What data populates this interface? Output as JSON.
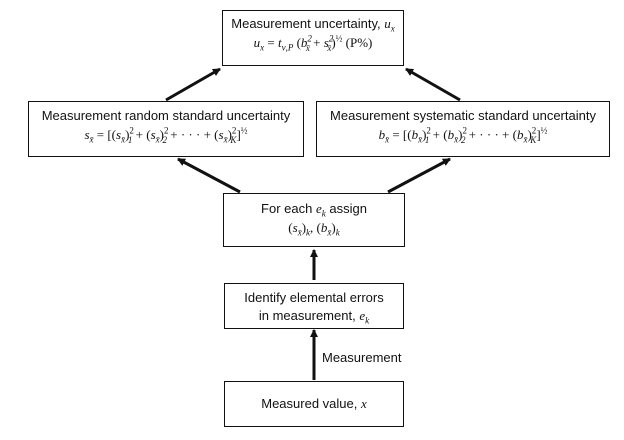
{
  "top": {
    "title": "Measurement uncertainty,",
    "title_var": "u",
    "title_sub": "x",
    "eq_lhs": "u",
    "eq_lhs_sub": "x",
    "eq_t": "t",
    "eq_t_sub": "ν,P",
    "eq_b": "b",
    "eq_b_sub": "x̄",
    "eq_s": "s",
    "eq_s_sub": "x̄",
    "half": "½",
    "percent": "(P%)"
  },
  "random": {
    "title": "Measurement random standard uncertainty",
    "var": "s",
    "var_sub": "x̄",
    "idx1": "1",
    "idx2": "2",
    "idxK": "K",
    "dots": "· · ·",
    "half": "½"
  },
  "systematic": {
    "title": "Measurement systematic standard uncertainty",
    "var": "b",
    "var_sub": "x̄",
    "idx1": "1",
    "idx2": "2",
    "idxK": "K",
    "dots": "· · ·",
    "half": "½"
  },
  "assign": {
    "title": "For each",
    "title_var": "e",
    "title_sub": "k",
    "title_tail": "assign",
    "s": "s",
    "b": "b",
    "sub_x": "x̄",
    "sub_k": "k"
  },
  "identify": {
    "line1": "Identify elemental errors",
    "line2": "in measurement,",
    "var": "e",
    "sub": "k"
  },
  "measured": {
    "title": "Measured value,",
    "var": "x"
  },
  "edge_label": "Measurement"
}
